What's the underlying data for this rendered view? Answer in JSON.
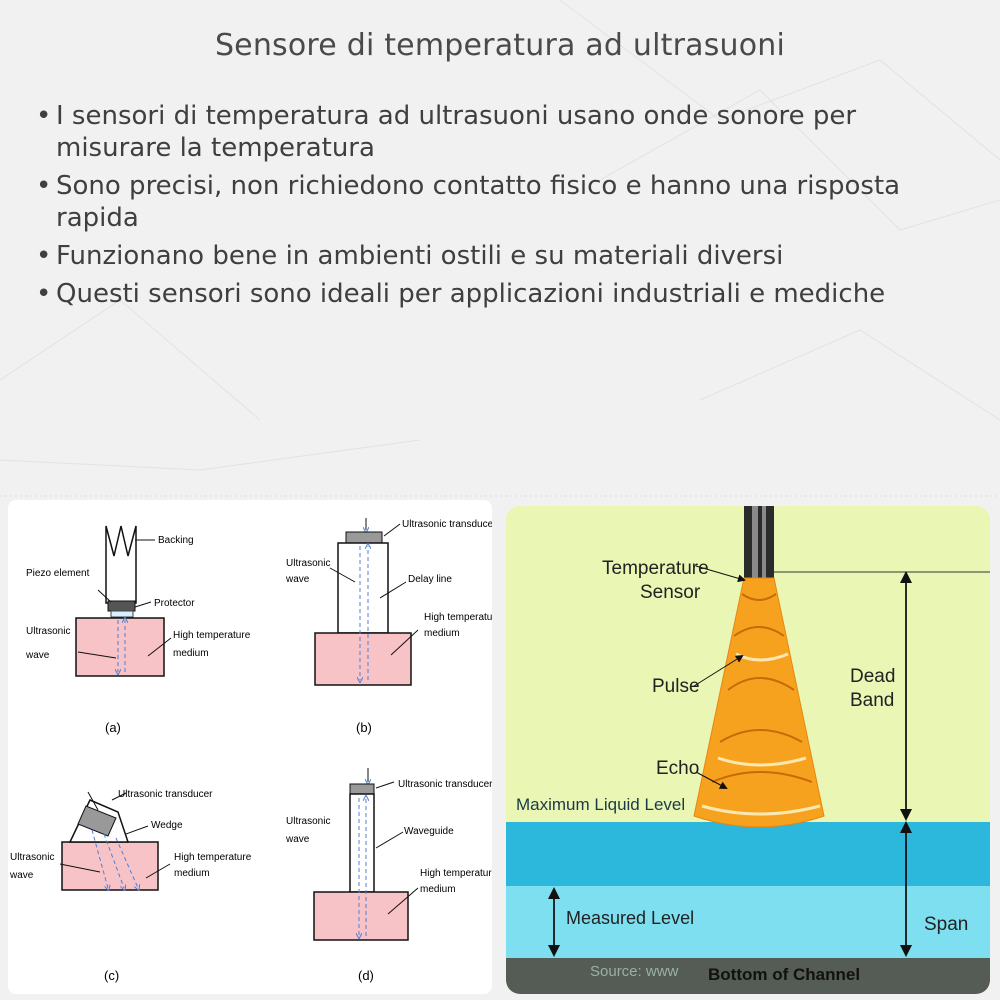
{
  "title": "Sensore di temperatura ad ultrasuoni",
  "bullets": [
    "I sensori di temperatura ad ultrasuoni usano onde sonore per misurare la temperatura",
    "Sono precisi, non richiedono contatto fisico e hanno una risposta rapida",
    "Funzionano bene in ambienti ostili e su materiali diversi",
    "Questi sensori sono ideali per applicazioni industriali e mediche"
  ],
  "left_diagram": {
    "a": {
      "backing": "Backing",
      "piezo": "Piezo element",
      "protector": "Protector",
      "wave_1": "Ultrasonic",
      "wave_2": "wave",
      "medium_1": "High temperature",
      "medium_2": "medium",
      "caption": "(a)"
    },
    "b": {
      "transducer": "Ultrasonic transducer",
      "wave_1": "Ultrasonic",
      "wave_2": "wave",
      "delay": "Delay line",
      "medium_1": "High temperature",
      "medium_2": "medium",
      "caption": "(b)"
    },
    "c": {
      "transducer": "Ultrasonic transducer",
      "wedge": "Wedge",
      "wave_1": "Ultrasonic",
      "wave_2": "wave",
      "medium_1": "High temperature",
      "medium_2": "medium",
      "caption": "(c)"
    },
    "d": {
      "transducer": "Ultrasonic transducer",
      "wave_1": "Ultrasonic",
      "wave_2": "wave",
      "waveguide": "Waveguide",
      "medium_1": "High temperature",
      "medium_2": "medium",
      "caption": "(d)"
    }
  },
  "right_diagram": {
    "sensor_1": "Temperature",
    "sensor_2": "Sensor",
    "pulse": "Pulse",
    "echo": "Echo",
    "dead_1": "Dead",
    "dead_2": "Band",
    "max_level": "Maximum Liquid Level",
    "measured": "Measured Level",
    "span": "Span",
    "bottom": "Bottom of Channel",
    "watermark": "Source: www"
  },
  "colors": {
    "medium_pink": "#f7c3c6",
    "cone_orange": "#f7a21f",
    "liquid_blue": "#2cb7dd",
    "liquid_light": "#7ddff0",
    "bg_green": "#e9f6b4",
    "wave_blue": "#4f7fd6"
  }
}
